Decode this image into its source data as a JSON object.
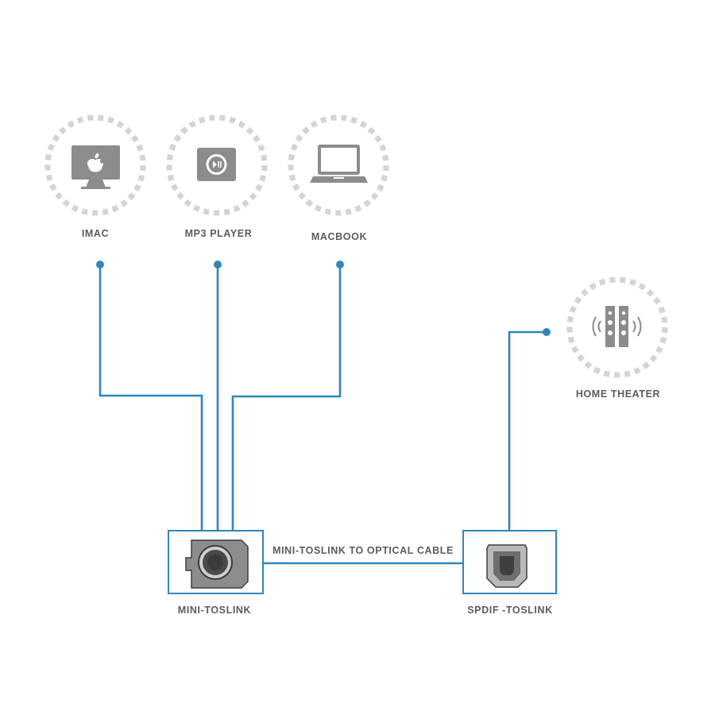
{
  "diagram": {
    "sources": [
      {
        "id": "imac",
        "label": "IMAC",
        "icon": "imac-icon"
      },
      {
        "id": "mp3",
        "label": "MP3 PLAYER",
        "icon": "mp3-player-icon"
      },
      {
        "id": "macbook",
        "label": "MACBOOK",
        "icon": "macbook-icon"
      }
    ],
    "destination": {
      "id": "home-theater",
      "label": "HOME THEATER",
      "icon": "speakers-icon"
    },
    "connectors": {
      "mini": {
        "label": "MINI-TOSLINK",
        "icon": "mini-toslink-port-icon"
      },
      "spdif": {
        "label": "SPDIF -TOSLINK",
        "icon": "spdif-toslink-port-icon"
      }
    },
    "cable_label": "MINI-TOSLINK TO OPTICAL CABLE",
    "colors": {
      "wire": "#2f86bd",
      "ring": "#d4d4d4",
      "icon": "#8c8c8c",
      "text": "#5c5c5c"
    }
  }
}
